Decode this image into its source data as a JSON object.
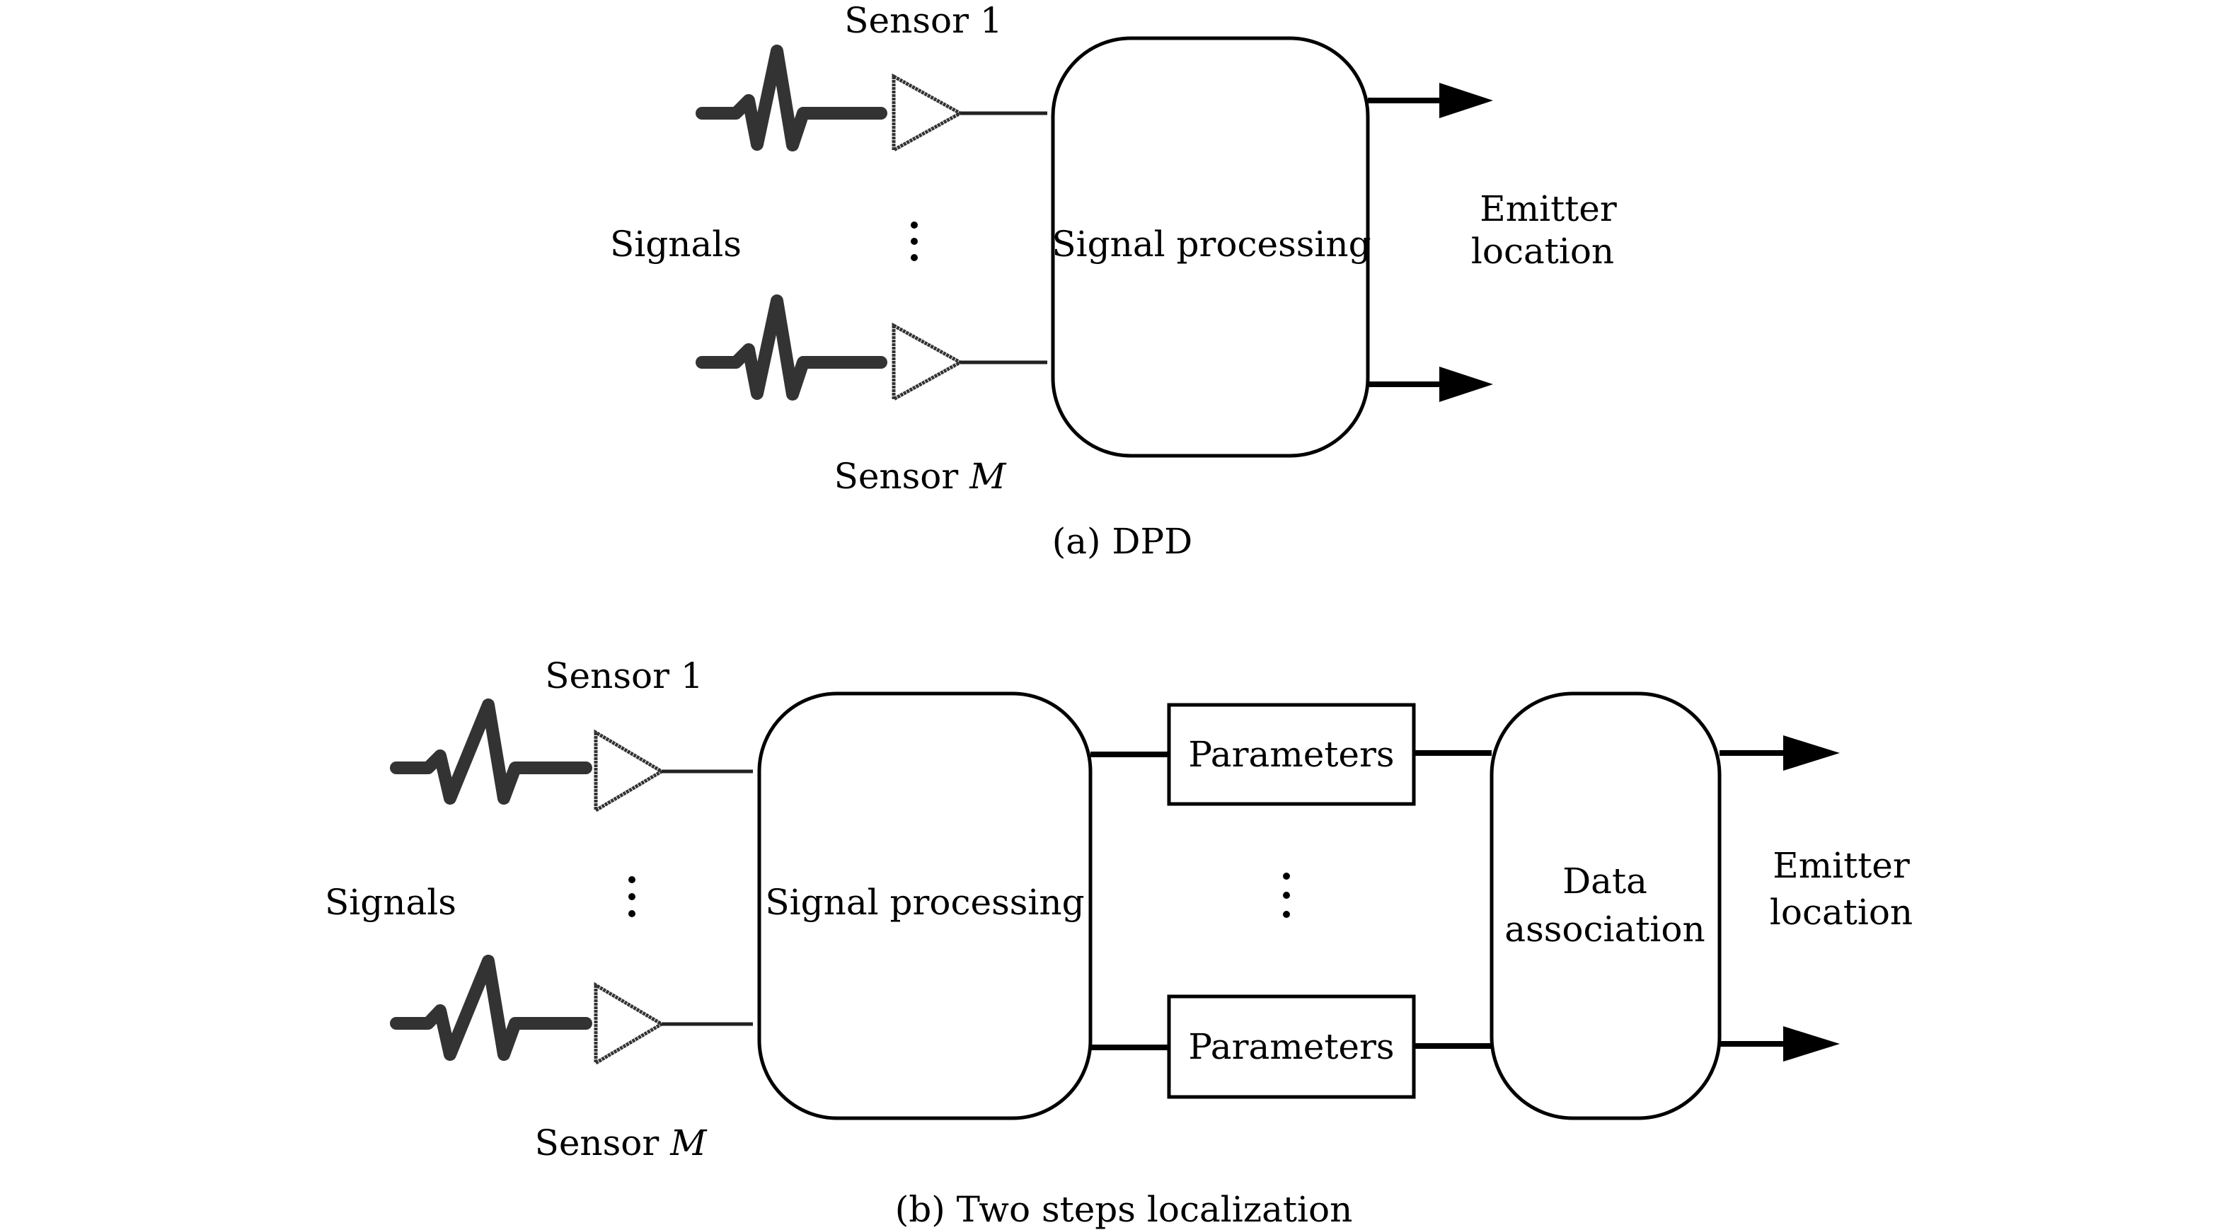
{
  "panel_a": {
    "caption": "(a) DPD",
    "sensor_top": "Sensor 1",
    "sensor_bottom_prefix": "Sensor ",
    "sensor_bottom_var": "M",
    "signals": "Signals",
    "processing": "Signal processing",
    "output_line1": "Emitter",
    "output_line2": "location"
  },
  "panel_b": {
    "caption": "(b) Two steps localization",
    "sensor_top": "Sensor 1",
    "sensor_bottom_prefix": "Sensor ",
    "sensor_bottom_var": "M",
    "signals": "Signals",
    "processing": "Signal processing",
    "parameters_top": "Parameters",
    "parameters_bottom": "Parameters",
    "association_line1": "Data",
    "association_line2": "association",
    "output_line1": "Emitter",
    "output_line2": "location"
  }
}
